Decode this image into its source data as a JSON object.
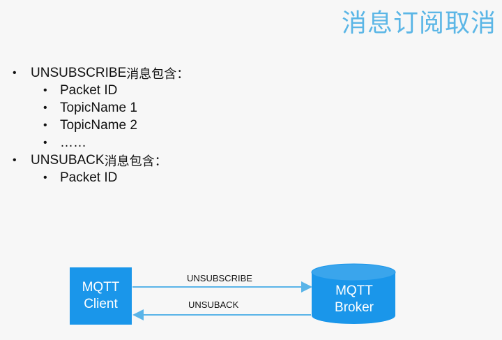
{
  "title": "消息订阅取消",
  "bullets": [
    {
      "level": 1,
      "text": "UNSUBSCRIBE",
      "suffix": "消息包含："
    },
    {
      "level": 2,
      "text": "Packet ID"
    },
    {
      "level": 2,
      "text": "TopicName 1"
    },
    {
      "level": 2,
      "text": "TopicName 2"
    },
    {
      "level": 2,
      "text": "……"
    },
    {
      "level": 1,
      "text": "UNSUBACK",
      "suffix": "消息包含："
    },
    {
      "level": 2,
      "text": "Packet ID"
    }
  ],
  "diagram": {
    "client": {
      "line1": "MQTT",
      "line2": "Client"
    },
    "broker": {
      "line1": "MQTT",
      "line2": "Broker"
    },
    "arrow_out_label": "UNSUBSCRIBE",
    "arrow_in_label": "UNSUBACK",
    "colors": {
      "client_fill": "#1a96ea",
      "broker_fill": "#1a96ea",
      "arrow": "#5ab4e8",
      "title": "#5bb6e6"
    }
  }
}
